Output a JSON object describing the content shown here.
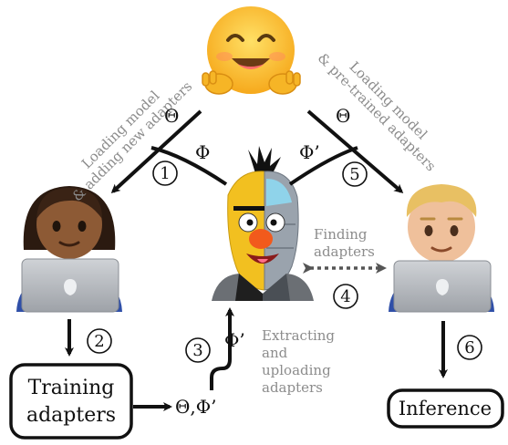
{
  "labels": {
    "loading_new_line1": "Loading model",
    "loading_new_line2": "& adding new adapters",
    "loading_pre_line1": "Loading model",
    "loading_pre_line2": "& pre-trained adapters",
    "theta_left": "Θ",
    "theta_right": "Θ",
    "phi_left": "Φ",
    "phi_right": "Φ’",
    "phi_up": "Φ’",
    "theta_phi": "Θ,Φ’",
    "finding_line1": "Finding",
    "finding_line2": "adapters",
    "extract_line1": "Extracting",
    "extract_line2": "and",
    "extract_line3": "uploading",
    "extract_line4": "adapters",
    "training_line1": "Training",
    "training_line2": "adapters",
    "inference": "Inference"
  },
  "steps": [
    "1",
    "2",
    "3",
    "4",
    "5",
    "6"
  ],
  "icons": {
    "hub": "hugging-face-emoji-icon",
    "left_user": "woman-laptop-icon",
    "right_user": "man-laptop-icon",
    "center": "half-robot-bert-icon"
  },
  "colors": {
    "arrow": "#111111",
    "annotation": "#8c8c8c",
    "hub_face": "#ffcd3c",
    "laptop": "#b8bcc2",
    "bert": "#f2c020"
  }
}
